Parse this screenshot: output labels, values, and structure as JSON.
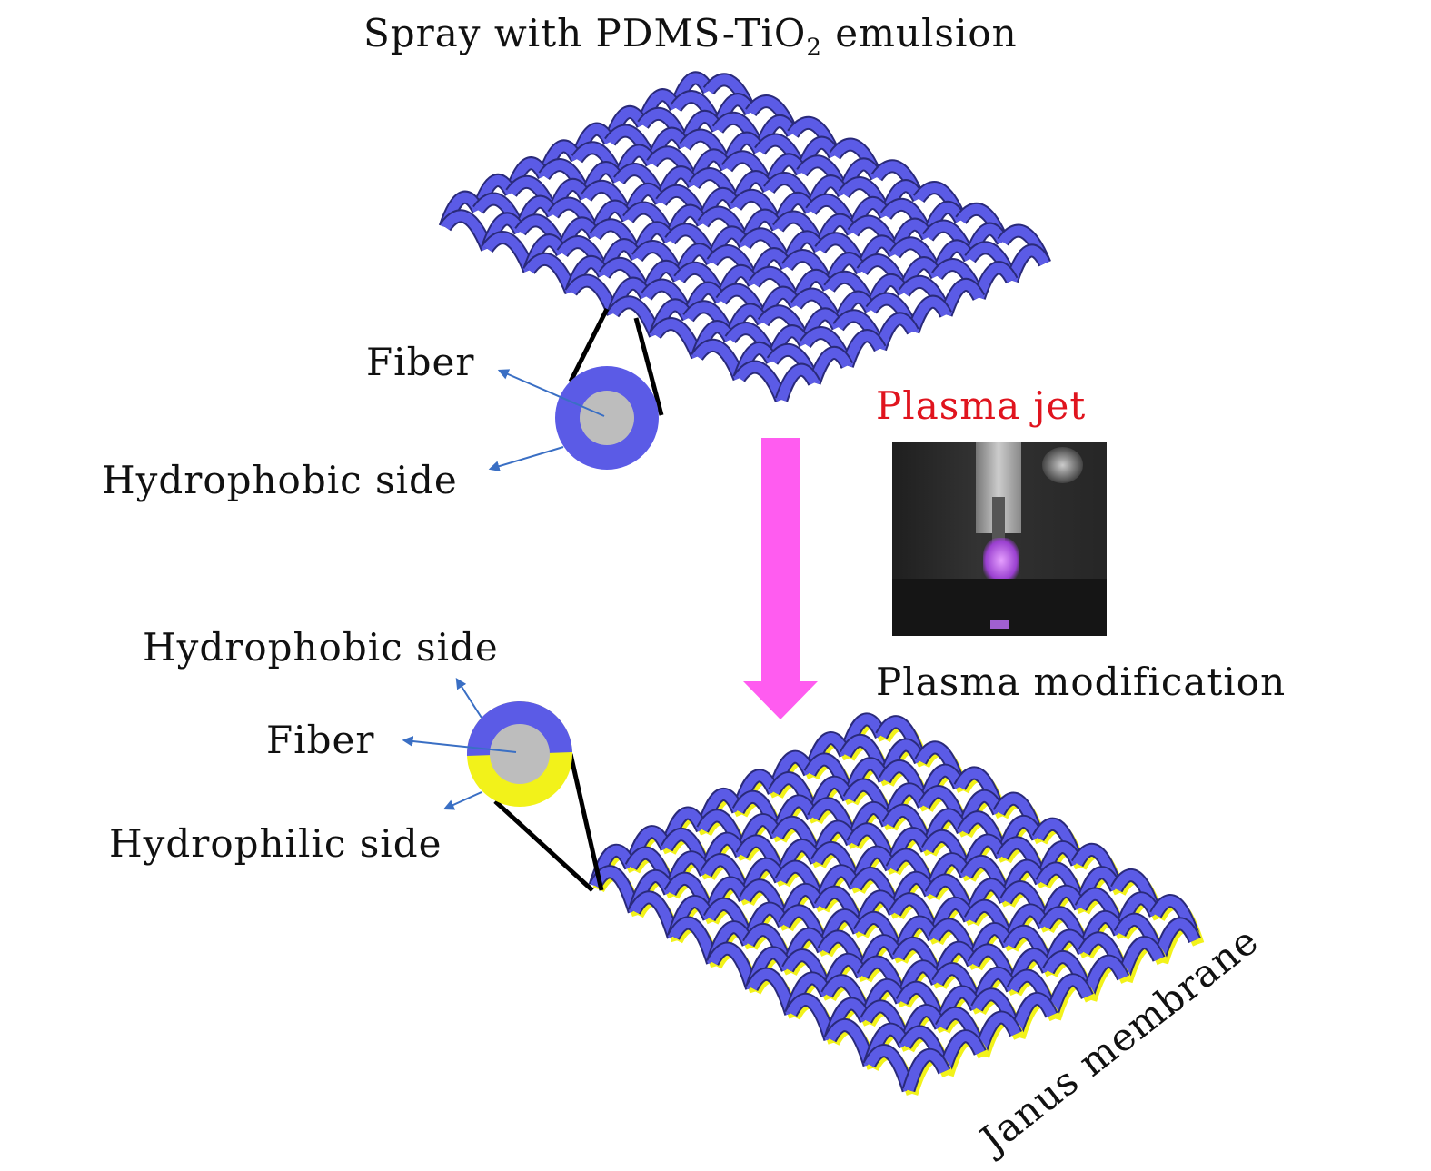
{
  "title": {
    "prefix": "Spray with PDMS-TiO",
    "subscript": "2",
    "suffix": " emulsion"
  },
  "top_labels": {
    "fiber": "Fiber",
    "hydrophobic": "Hydrophobic side"
  },
  "plasma": {
    "jet_label": "Plasma jet",
    "modification_label": "Plasma modification"
  },
  "bottom_labels": {
    "hydrophobic": "Hydrophobic side",
    "fiber": "Fiber",
    "hydrophilic": "Hydrophilic side"
  },
  "membrane_label": "Janus membrane",
  "colors": {
    "fiber_blue": "#5b5be6",
    "core_gray": "#bdbdbd",
    "hydrophilic_yellow": "#f2f21a",
    "arrow_pink": "#ff5cf0",
    "plasma_red": "#e0141e",
    "pointer_blue": "#3a6fc4"
  }
}
